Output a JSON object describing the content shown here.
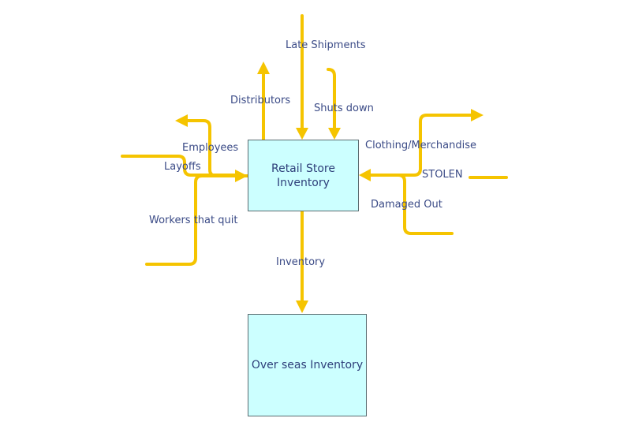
{
  "nodes": {
    "retail": {
      "line1": "Retail Store",
      "line2": "Inventory"
    },
    "overseas": {
      "label": "Over seas Inventory"
    }
  },
  "flows": {
    "late_shipments": "Late Shipments",
    "distributors": "Distributors",
    "shuts_down": "Shuts down",
    "employees": "Employees",
    "layoffs": "Layoffs",
    "workers_quit": "Workers that quit",
    "clothing": "Clothing/Merchandise",
    "stolen": "STOLEN",
    "damaged_out": "Damaged Out",
    "inventory": "Inventory"
  },
  "colors": {
    "flow": "#f5c400",
    "box_fill": "#ccffff",
    "box_border": "#5a6b70",
    "text": "#3a4a86"
  }
}
